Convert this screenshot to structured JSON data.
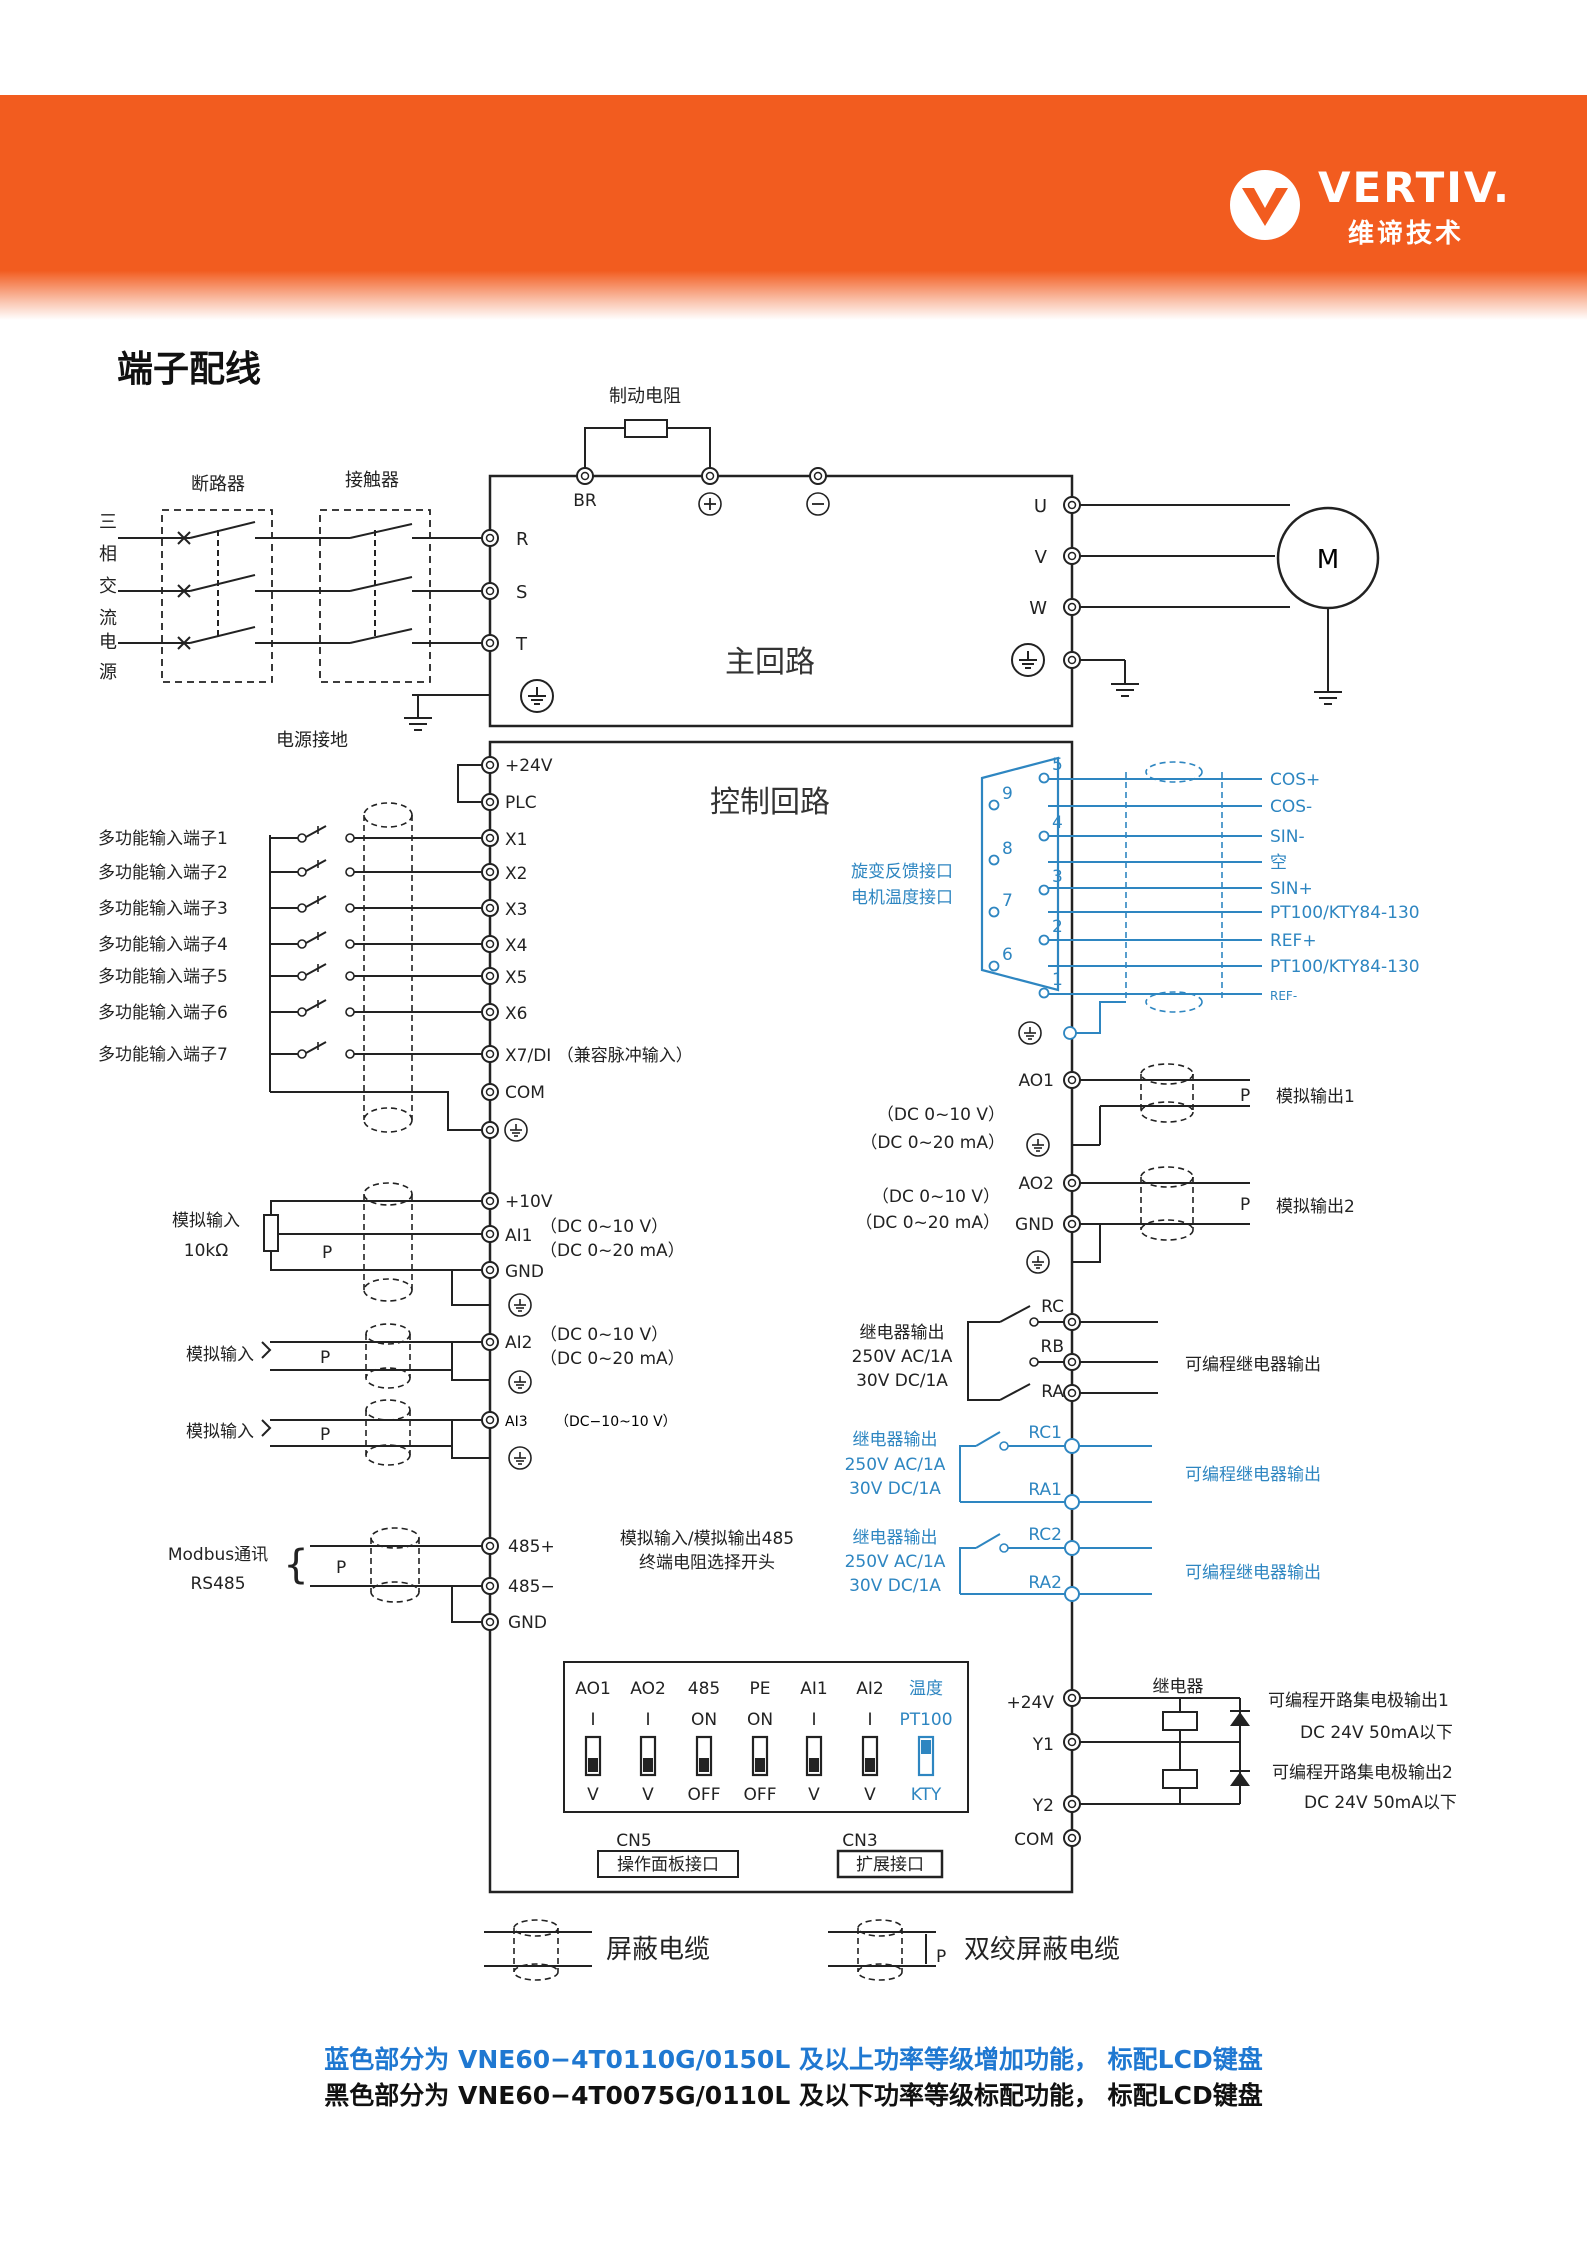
{
  "brand": {
    "name": "VERTIV.",
    "sub": "维谛技术",
    "logo_icon": "vertiv-logo-icon"
  },
  "title": "端子配线",
  "colors": {
    "header": "#f25c1f",
    "blue": "#2e86c1",
    "black": "#111111"
  },
  "main_circuit": {
    "label": "主回路",
    "brake_resistor": "制动电阻",
    "breaker": "断路器",
    "contactor": "接触器",
    "supply": [
      "三",
      "相",
      "交",
      "流",
      "电",
      "源"
    ],
    "power_ground": "电源接地",
    "inputs": [
      "R",
      "S",
      "T"
    ],
    "br": "BR",
    "outputs": [
      "U",
      "V",
      "W"
    ],
    "motor": "M"
  },
  "control_circuit": {
    "label": "控制回路",
    "top_terminals": [
      "+24V",
      "PLC"
    ],
    "di_labels": [
      "多功能输入端子1",
      "多功能输入端子2",
      "多功能输入端子3",
      "多功能输入端子4",
      "多功能输入端子5",
      "多功能输入端子6",
      "多功能输入端子7"
    ],
    "di_terminals": [
      "X1",
      "X2",
      "X3",
      "X4",
      "X5",
      "X6",
      "X7/DI  （兼容脉冲输入）"
    ],
    "com": "COM",
    "analog_in1": {
      "label": "模拟输入",
      "resistor": "10kΩ",
      "terms": [
        "+10V",
        "AI1",
        "GND"
      ],
      "range1": "（DC 0~10 V）",
      "range2": "（DC 0~20 mA）"
    },
    "analog_in2": {
      "label": "模拟输入",
      "term": "AI2",
      "range1": "（DC 0~10 V）",
      "range2": "（DC 0~20 mA）"
    },
    "analog_in3": {
      "label": "模拟输入",
      "term": "AI3",
      "range": "（DC−10~10 V）"
    },
    "modbus": {
      "label1": "Modbus通讯",
      "label2": "RS485",
      "terms": [
        "485+",
        "485−",
        "GND"
      ],
      "note1": "模拟输入/模拟输出485",
      "note2": "终端电阻选择开头"
    },
    "resolver": {
      "label1": "旋变反馈接口",
      "label2": "电机温度接口",
      "pins_right": [
        "5",
        "4",
        "3",
        "2",
        "1"
      ],
      "pins_left": [
        "9",
        "8",
        "7",
        "6"
      ],
      "signals": [
        "COS+",
        "COS-",
        "SIN-",
        "空",
        "SIN+",
        "PT100/KTY84-130",
        "REF+",
        "PT100/KTY84-130",
        "REF-"
      ]
    },
    "ao": {
      "terms": [
        "AO1",
        "AO2",
        "GND"
      ],
      "range_a1": "（DC 0~10 V）",
      "range_a2": "（DC 0~20 mA）",
      "range_b1": "（DC 0~10 V）",
      "range_b2": "（DC 0~20 mA）",
      "out1": "模拟输出1",
      "out2": "模拟输出2"
    },
    "relay1": {
      "label": [
        "继电器输出",
        "250V AC/1A",
        "30V  DC/1A"
      ],
      "terms": [
        "RC",
        "RB",
        "RA"
      ],
      "desc": "可编程继电器输出"
    },
    "relay2": {
      "label": [
        "继电器输出",
        "250V AC/1A",
        "30V  DC/1A"
      ],
      "terms": [
        "RC1",
        "RA1"
      ],
      "desc": "可编程继电器输出"
    },
    "relay3": {
      "label": [
        "继电器输出",
        "250V AC/1A",
        "30V  DC/1A"
      ],
      "terms": [
        "RC2",
        "RA2"
      ],
      "desc": "可编程继电器输出"
    },
    "oc": {
      "relay": "继电器",
      "terms": [
        "+24V",
        "Y1",
        "Y2",
        "COM"
      ],
      "out1": "可编程开路集电极输出1",
      "out1_spec": "DC 24V 50mA以下",
      "out2": "可编程开路集电极输出2",
      "out2_spec": "DC 24V 50mA以下"
    },
    "dips": [
      {
        "name": "AO1",
        "top": "I",
        "bottom": "V"
      },
      {
        "name": "AO2",
        "top": "I",
        "bottom": "V"
      },
      {
        "name": "485",
        "top": "ON",
        "bottom": "OFF"
      },
      {
        "name": "PE",
        "top": "ON",
        "bottom": "OFF"
      },
      {
        "name": "AI1",
        "top": "I",
        "bottom": "V"
      },
      {
        "name": "AI2",
        "top": "I",
        "bottom": "V"
      },
      {
        "name": "温度",
        "top": "PT100",
        "bottom": "KTY"
      }
    ],
    "cn5": {
      "name": "CN5",
      "label": "操作面板接口"
    },
    "cn3": {
      "name": "CN3",
      "label": "扩展接口"
    }
  },
  "legend": {
    "shield": "屏蔽电缆",
    "twisted": "双绞屏蔽电缆",
    "p": "P"
  },
  "footer": {
    "line1": "蓝色部分为  VNE60−4T0110G/0150L 及以上功率等级增加功能，  标配LCD键盘",
    "line2": "黑色部分为  VNE60−4T0075G/0110L 及以下功率等级标配功能，  标配LCD键盘"
  }
}
